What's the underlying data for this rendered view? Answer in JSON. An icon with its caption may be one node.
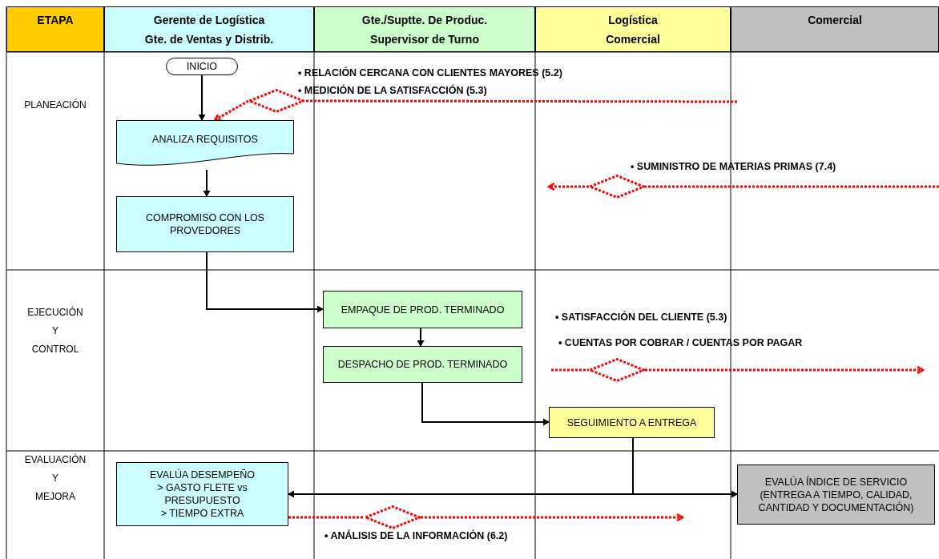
{
  "diagram": {
    "nodes": [
      {
        "text": [
          "ETAPA"
        ]
      },
      {
        "text": [
          "Gerente de Logística",
          "Gte. de Ventas y Distrib."
        ]
      },
      {
        "text": [
          "Gte./Suptte. De Produc.",
          "Supervisor de Turno"
        ]
      },
      {
        "text": [
          "Logística",
          "Comercial"
        ]
      },
      {
        "text": [
          "Comercial"
        ]
      },
      {
        "text": [
          "INICIO"
        ]
      },
      {
        "text": [
          "ANALIZA REQUISITOS"
        ]
      },
      {
        "text": [
          "COMPROMISO CON LOS PROVEDORES"
        ]
      },
      {
        "text": [
          "EMPAQUE DE PROD. TERMINADO"
        ]
      },
      {
        "text": [
          "DESPACHO DE PROD. TERMINADO"
        ]
      },
      {
        "text": [
          "SEGUIMIENTO A ENTREGA"
        ]
      },
      {
        "text": [
          "EVALÚA DESEMPEÑO",
          "> GASTO FLETE vs PRESUPUESTO",
          "> TIEMPO EXTRA"
        ]
      },
      {
        "text": [
          "EVALÚA ÍNDICE DE SERVICIO",
          "(ENTREGA A TIEMPO, CALIDAD, CANTIDAD Y DOCUMENTACIÓN)"
        ]
      },
      {
        "text": [],
        "shape": "diamond",
        "beside": [
          "• RELACIÓN CERCANA CON CLIENTES MAYORES (5.2)",
          "• MEDICIÓN DE LA SATISFACCIÓN (5.3)"
        ]
      },
      {
        "text": [],
        "shape": "diamond",
        "beside": [
          "• SUMINISTRO DE MATERIAS PRIMAS (7.4)"
        ]
      },
      {
        "text": [],
        "shape": "diamond",
        "beside": [
          "• SATISFACCIÓN DEL CLIENTE (5.3)",
          "• CUENTAS POR COBRAR / CUENTAS POR PAGAR"
        ]
      },
      {
        "text": [],
        "shape": "diamond",
        "beside": [
          "• ANÁLISIS DE LA INFORMACIÓN (6.2)"
        ]
      }
    ],
    "edges": [
      {
        "from": 5,
        "to": 6,
        "arrow": "to",
        "color": "#000000"
      },
      {
        "from": 6,
        "to": 7,
        "arrow": "to",
        "color": "#000000"
      },
      {
        "from": 7,
        "to": 8,
        "arrow": "to",
        "color": "#000000"
      },
      {
        "from": 8,
        "to": 9,
        "arrow": "to",
        "color": "#000000"
      },
      {
        "from": 9,
        "to": 10,
        "arrow": "to",
        "color": "#000000"
      },
      {
        "from": 10,
        "to": 11,
        "arrow": "to",
        "color": "#000000"
      },
      {
        "from": 10,
        "to": 12,
        "arrow": "to",
        "color": "#000000"
      },
      {
        "from": 13,
        "to": 6,
        "arrow": "to",
        "style": "dashed",
        "color": "#ff0000"
      },
      {
        "from": null,
        "to": 13,
        "arrow": "none",
        "style": "dashed",
        "color": "#ff0000"
      },
      {
        "from": 14,
        "to": null,
        "arrow": "to",
        "style": "dashed",
        "color": "#ff0000"
      },
      {
        "from": null,
        "to": 14,
        "arrow": "none",
        "style": "dashed",
        "color": "#ff0000"
      },
      {
        "from": null,
        "to": 15,
        "arrow": "none",
        "style": "dashed",
        "color": "#ff0000"
      },
      {
        "from": 15,
        "to": null,
        "arrow": "to",
        "style": "dashed",
        "color": "#ff0000"
      },
      {
        "from": 11,
        "to": 16,
        "arrow": "none",
        "style": "dashed",
        "color": "#ff0000"
      },
      {
        "from": 16,
        "to": null,
        "arrow": "to",
        "style": "dashed",
        "color": "#ff0000"
      }
    ],
    "labels": [
      "PLANEACIÓN",
      "EJECUCIÓN Y CONTROL",
      "EVALUACIÓN Y MEJORA"
    ]
  }
}
